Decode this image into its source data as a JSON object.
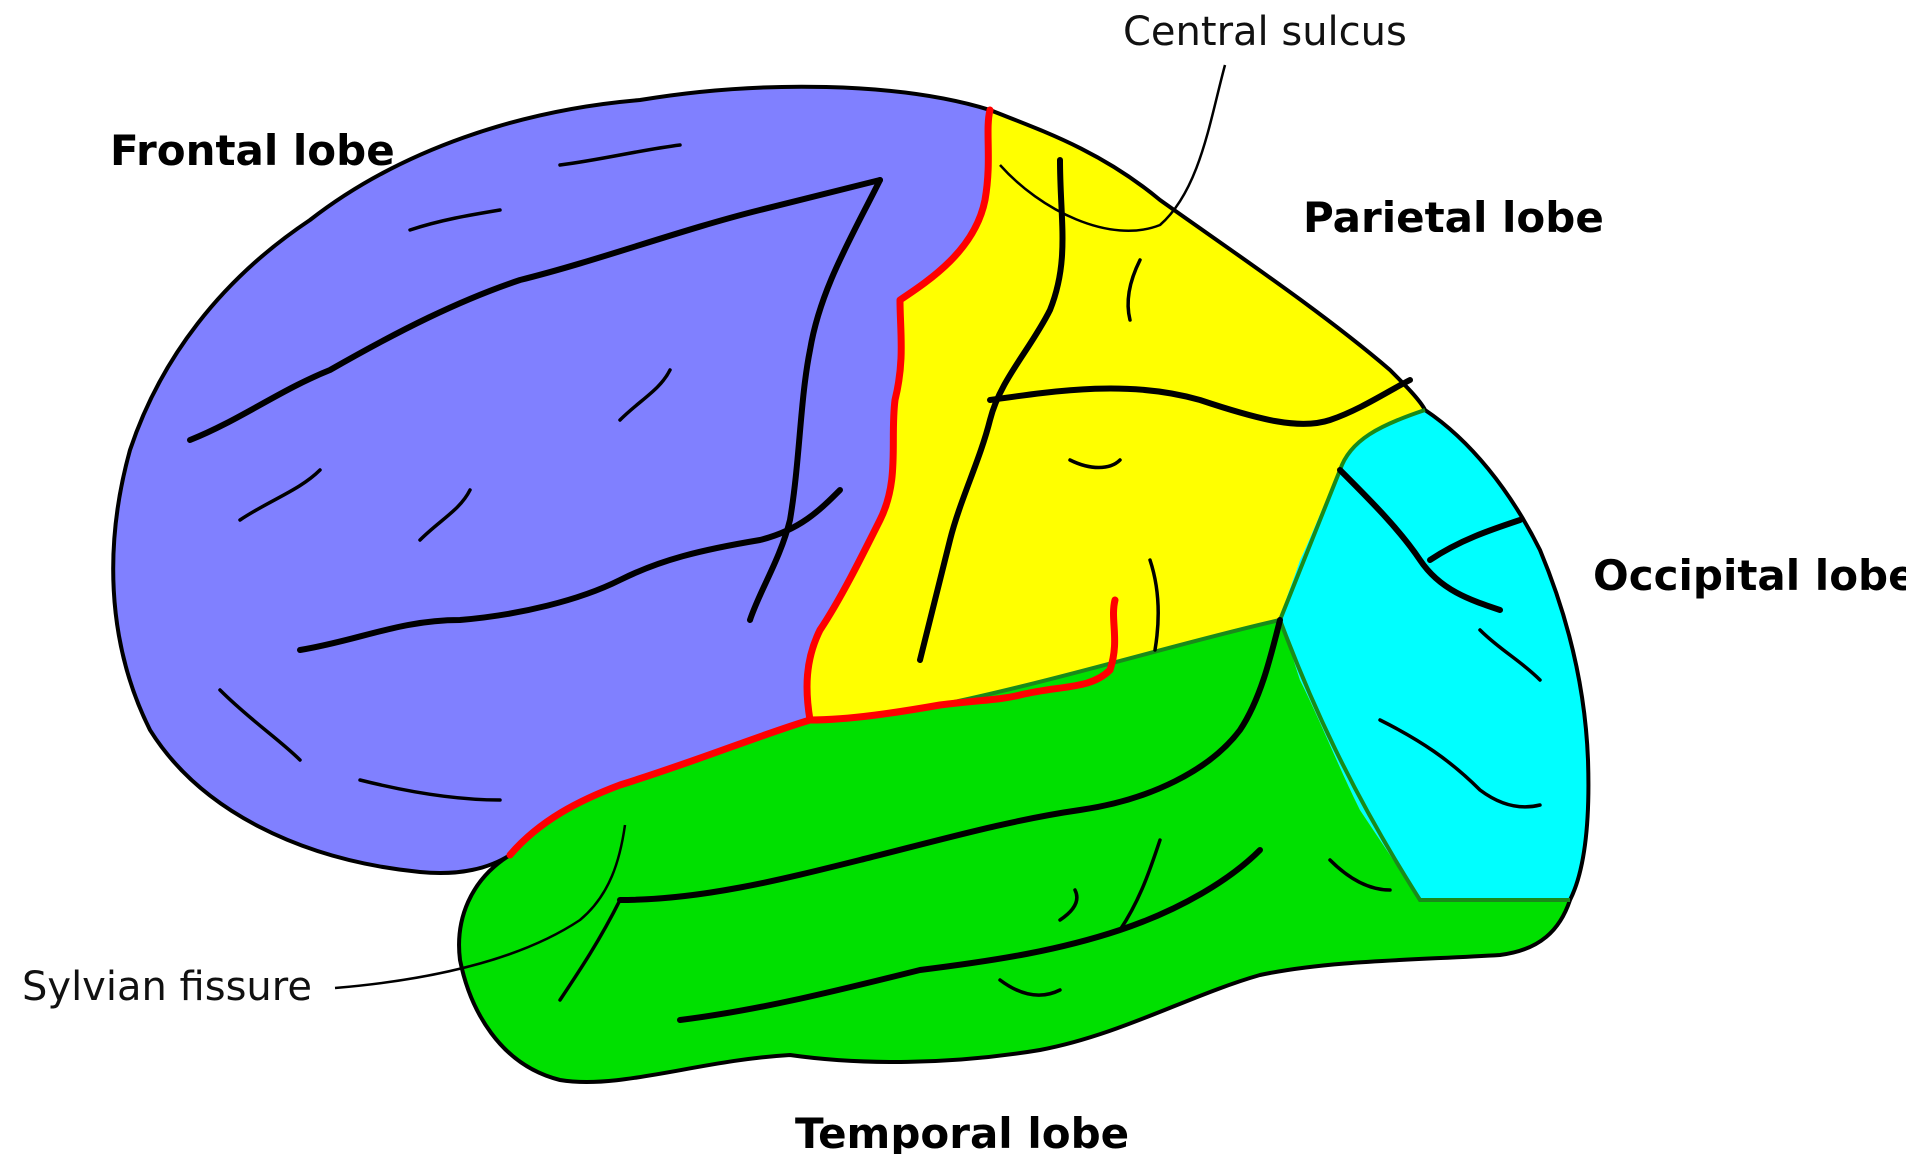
{
  "diagram": {
    "labels": {
      "frontal": "Frontal lobe",
      "parietal": "Parietal lobe",
      "occipital": "Occipital lobe",
      "temporal": "Temporal lobe",
      "central_sulcus": "Central sulcus",
      "sylvian_fissure": "Sylvian fissure"
    },
    "colors": {
      "frontal": "#8080ff",
      "parietal": "#ffff00",
      "occipital": "#00ffff",
      "temporal": "#00e000",
      "fissure": "#ff0000",
      "background": "#ffffff"
    }
  }
}
